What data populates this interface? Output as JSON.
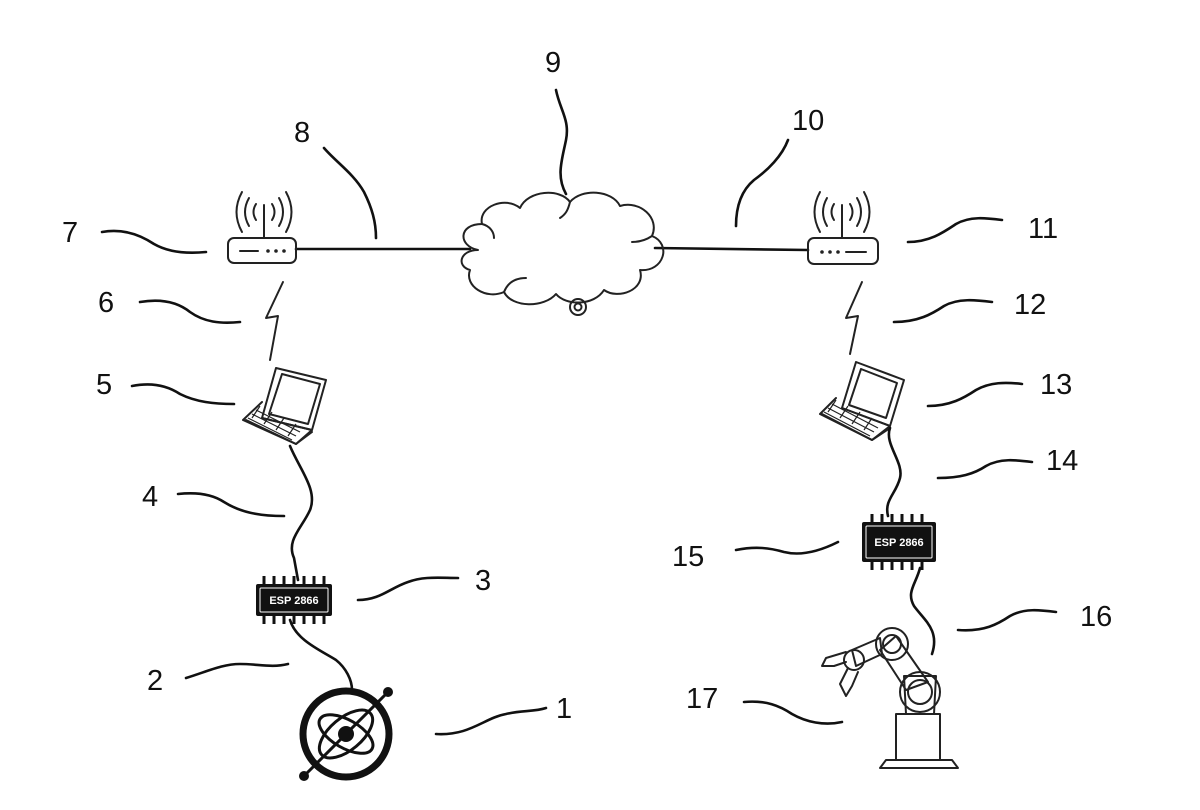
{
  "labels": {
    "l1": "1",
    "l2": "2",
    "l3": "3",
    "l4": "4",
    "l5": "5",
    "l6": "6",
    "l7": "7",
    "l8": "8",
    "l9": "9",
    "l10": "10",
    "l11": "11",
    "l12": "12",
    "l13": "13",
    "l14": "14",
    "l15": "15",
    "l16": "16",
    "l17": "17"
  },
  "chips": {
    "left": "ESP 2866",
    "right": "ESP 2866"
  }
}
